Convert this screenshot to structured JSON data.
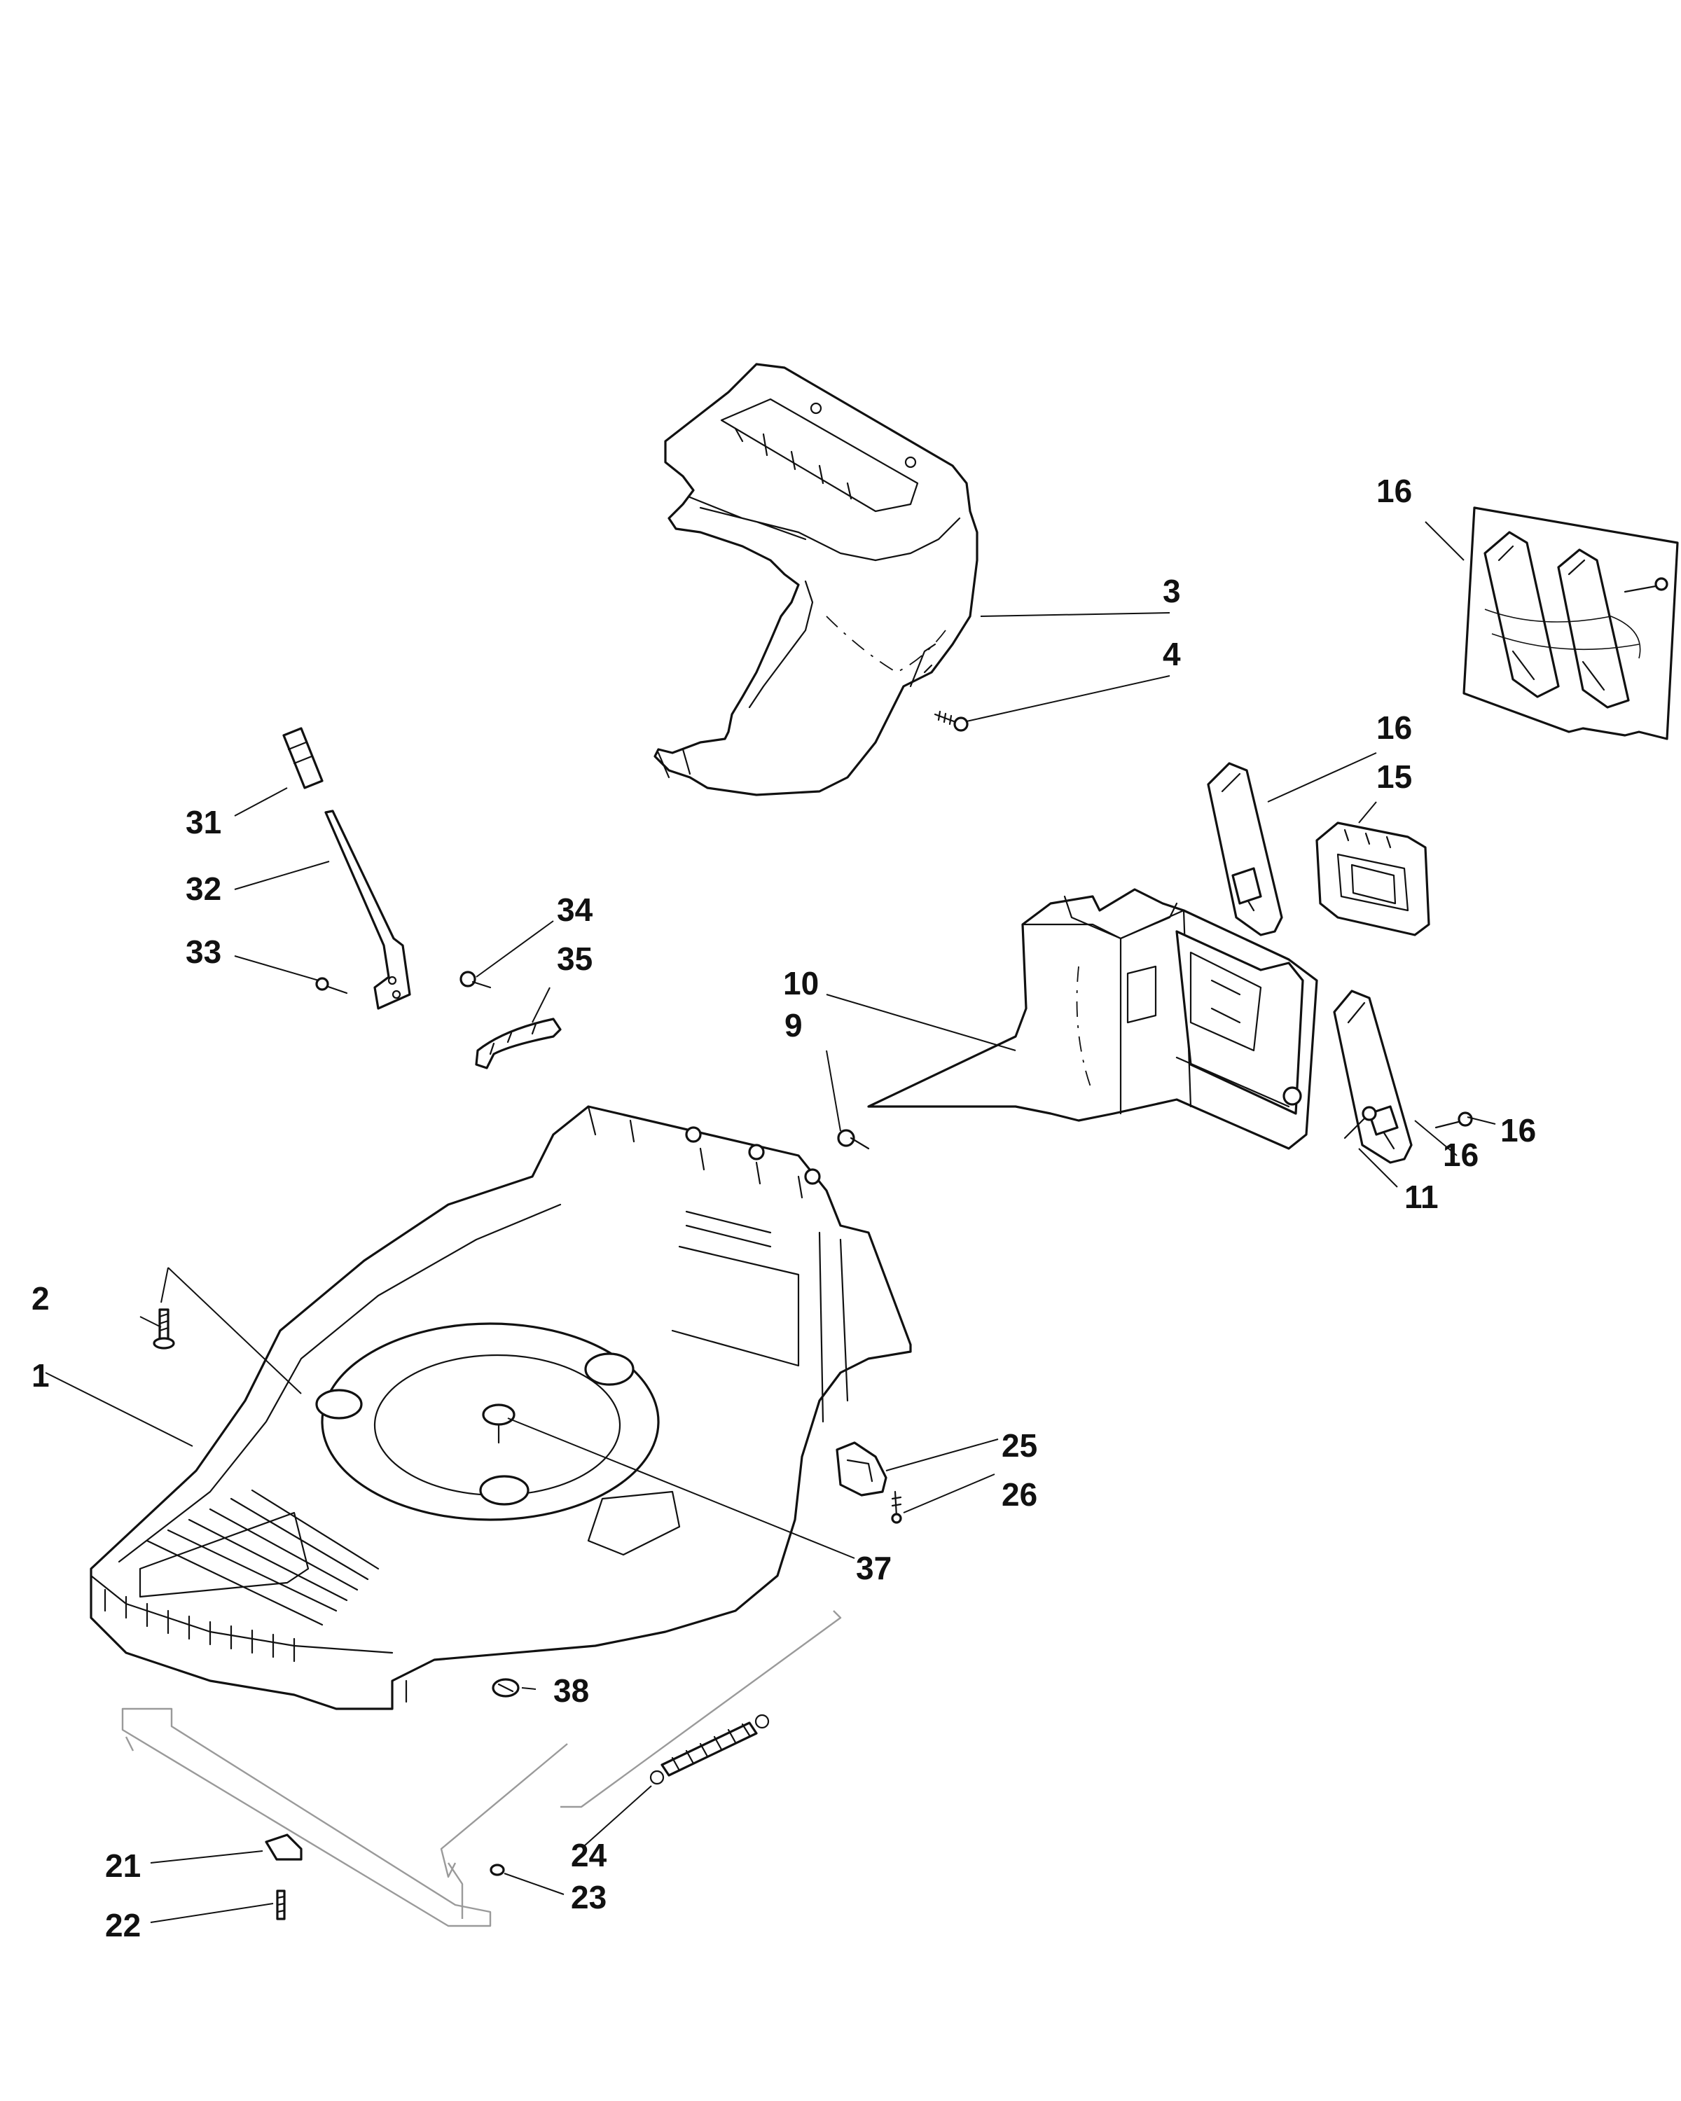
{
  "callouts": [
    {
      "id": "c1",
      "label": "1"
    },
    {
      "id": "c2",
      "label": "2"
    },
    {
      "id": "c3",
      "label": "3"
    },
    {
      "id": "c4",
      "label": "4"
    },
    {
      "id": "c9",
      "label": "9"
    },
    {
      "id": "c10",
      "label": "10"
    },
    {
      "id": "c11",
      "label": "11"
    },
    {
      "id": "c15",
      "label": "15"
    },
    {
      "id": "c16a",
      "label": "16"
    },
    {
      "id": "c16b",
      "label": "16"
    },
    {
      "id": "c16c",
      "label": "16"
    },
    {
      "id": "c16d",
      "label": "16"
    },
    {
      "id": "c21",
      "label": "21"
    },
    {
      "id": "c22",
      "label": "22"
    },
    {
      "id": "c23",
      "label": "23"
    },
    {
      "id": "c24",
      "label": "24"
    },
    {
      "id": "c25",
      "label": "25"
    },
    {
      "id": "c26",
      "label": "26"
    },
    {
      "id": "c31",
      "label": "31"
    },
    {
      "id": "c32",
      "label": "32"
    },
    {
      "id": "c33",
      "label": "33"
    },
    {
      "id": "c34",
      "label": "34"
    },
    {
      "id": "c35",
      "label": "35"
    },
    {
      "id": "c37",
      "label": "37"
    },
    {
      "id": "c38",
      "label": "38"
    }
  ]
}
